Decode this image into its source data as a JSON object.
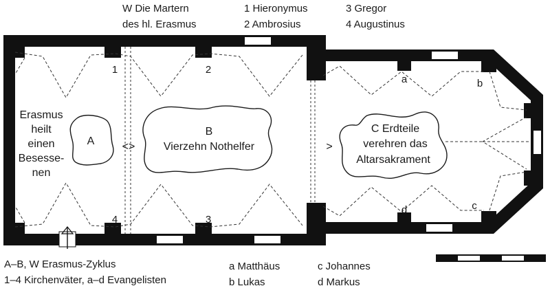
{
  "top_labels": {
    "west_title": "W  Die Martern",
    "west_subtitle": "des hl. Erasmus",
    "doctor_1": "1  Hieronymus",
    "doctor_2": "2  Ambrosius",
    "doctor_3": "3  Gregor",
    "doctor_4": "4  Augustinus"
  },
  "plan_labels": {
    "erasmus_lines": [
      "Erasmus",
      "heilt",
      "einen",
      "Besesse-",
      "nen"
    ],
    "field_a": "A",
    "arrow_ab": "<>",
    "field_b_letter": "B",
    "field_b_title": "Vierzehn Nothelfer",
    "arrow_bc": ">",
    "field_c_line1": "C  Erdteile",
    "field_c_line2": "verehren das",
    "field_c_line3": "Altarsakrament",
    "num_1": "1",
    "num_2": "2",
    "num_3": "3",
    "num_4": "4",
    "let_a": "a",
    "let_b": "b",
    "let_c": "c",
    "let_d": "d"
  },
  "legend": {
    "line1": "A–B, W  Erasmus-Zyklus",
    "line2": "1–4  Kirchenväter, a–d  Evangelisten",
    "a": "a  Matthäus",
    "b": "b  Lukas",
    "c": "c  Johannes",
    "d": "d  Markus"
  },
  "colors": {
    "wall": "#111111",
    "ink": "#1a1a1a",
    "paper": "#ffffff"
  }
}
